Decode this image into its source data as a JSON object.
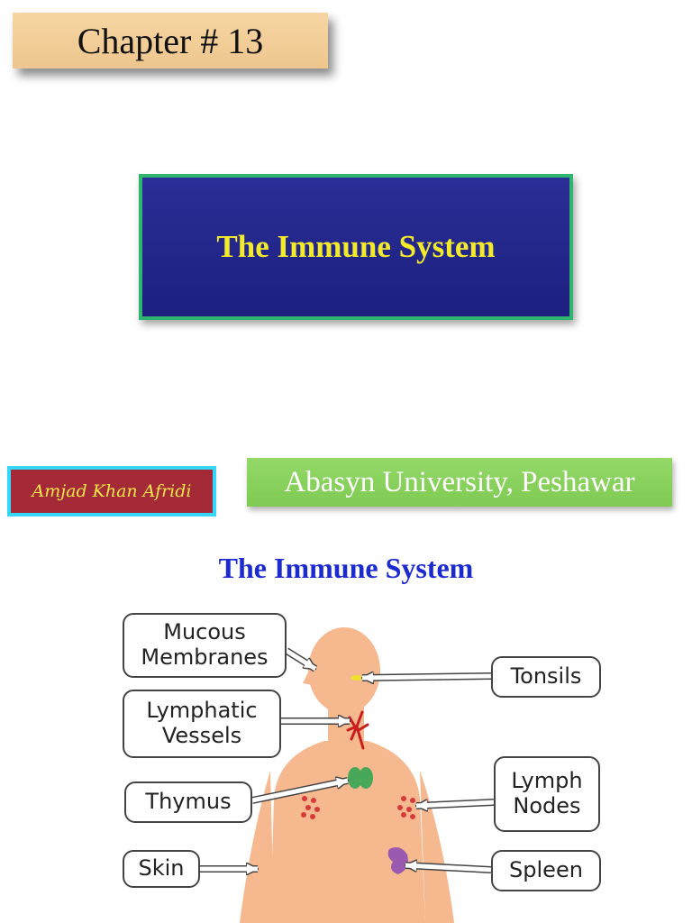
{
  "chapter_label": "Chapter # 13",
  "title": "The Immune System",
  "author": "Amjad Khan Afridi",
  "university": "Abasyn University, Peshawar",
  "diagram": {
    "title": "The Immune System",
    "labels": {
      "mucous_membranes": "Mucous Membranes",
      "lymphatic_vessels": "Lymphatic Vessels",
      "thymus": "Thymus",
      "skin": "Skin",
      "tonsils": "Tonsils",
      "lymph_nodes": "Lymph Nodes",
      "spleen": "Spleen"
    },
    "colors": {
      "body": "#f6b88e",
      "thymus": "#46a858",
      "lymph_nodes": "#d83a3a",
      "spleen": "#9a5ab0",
      "tonsils": "#f0e030",
      "vessels": "#c81e1e"
    }
  }
}
